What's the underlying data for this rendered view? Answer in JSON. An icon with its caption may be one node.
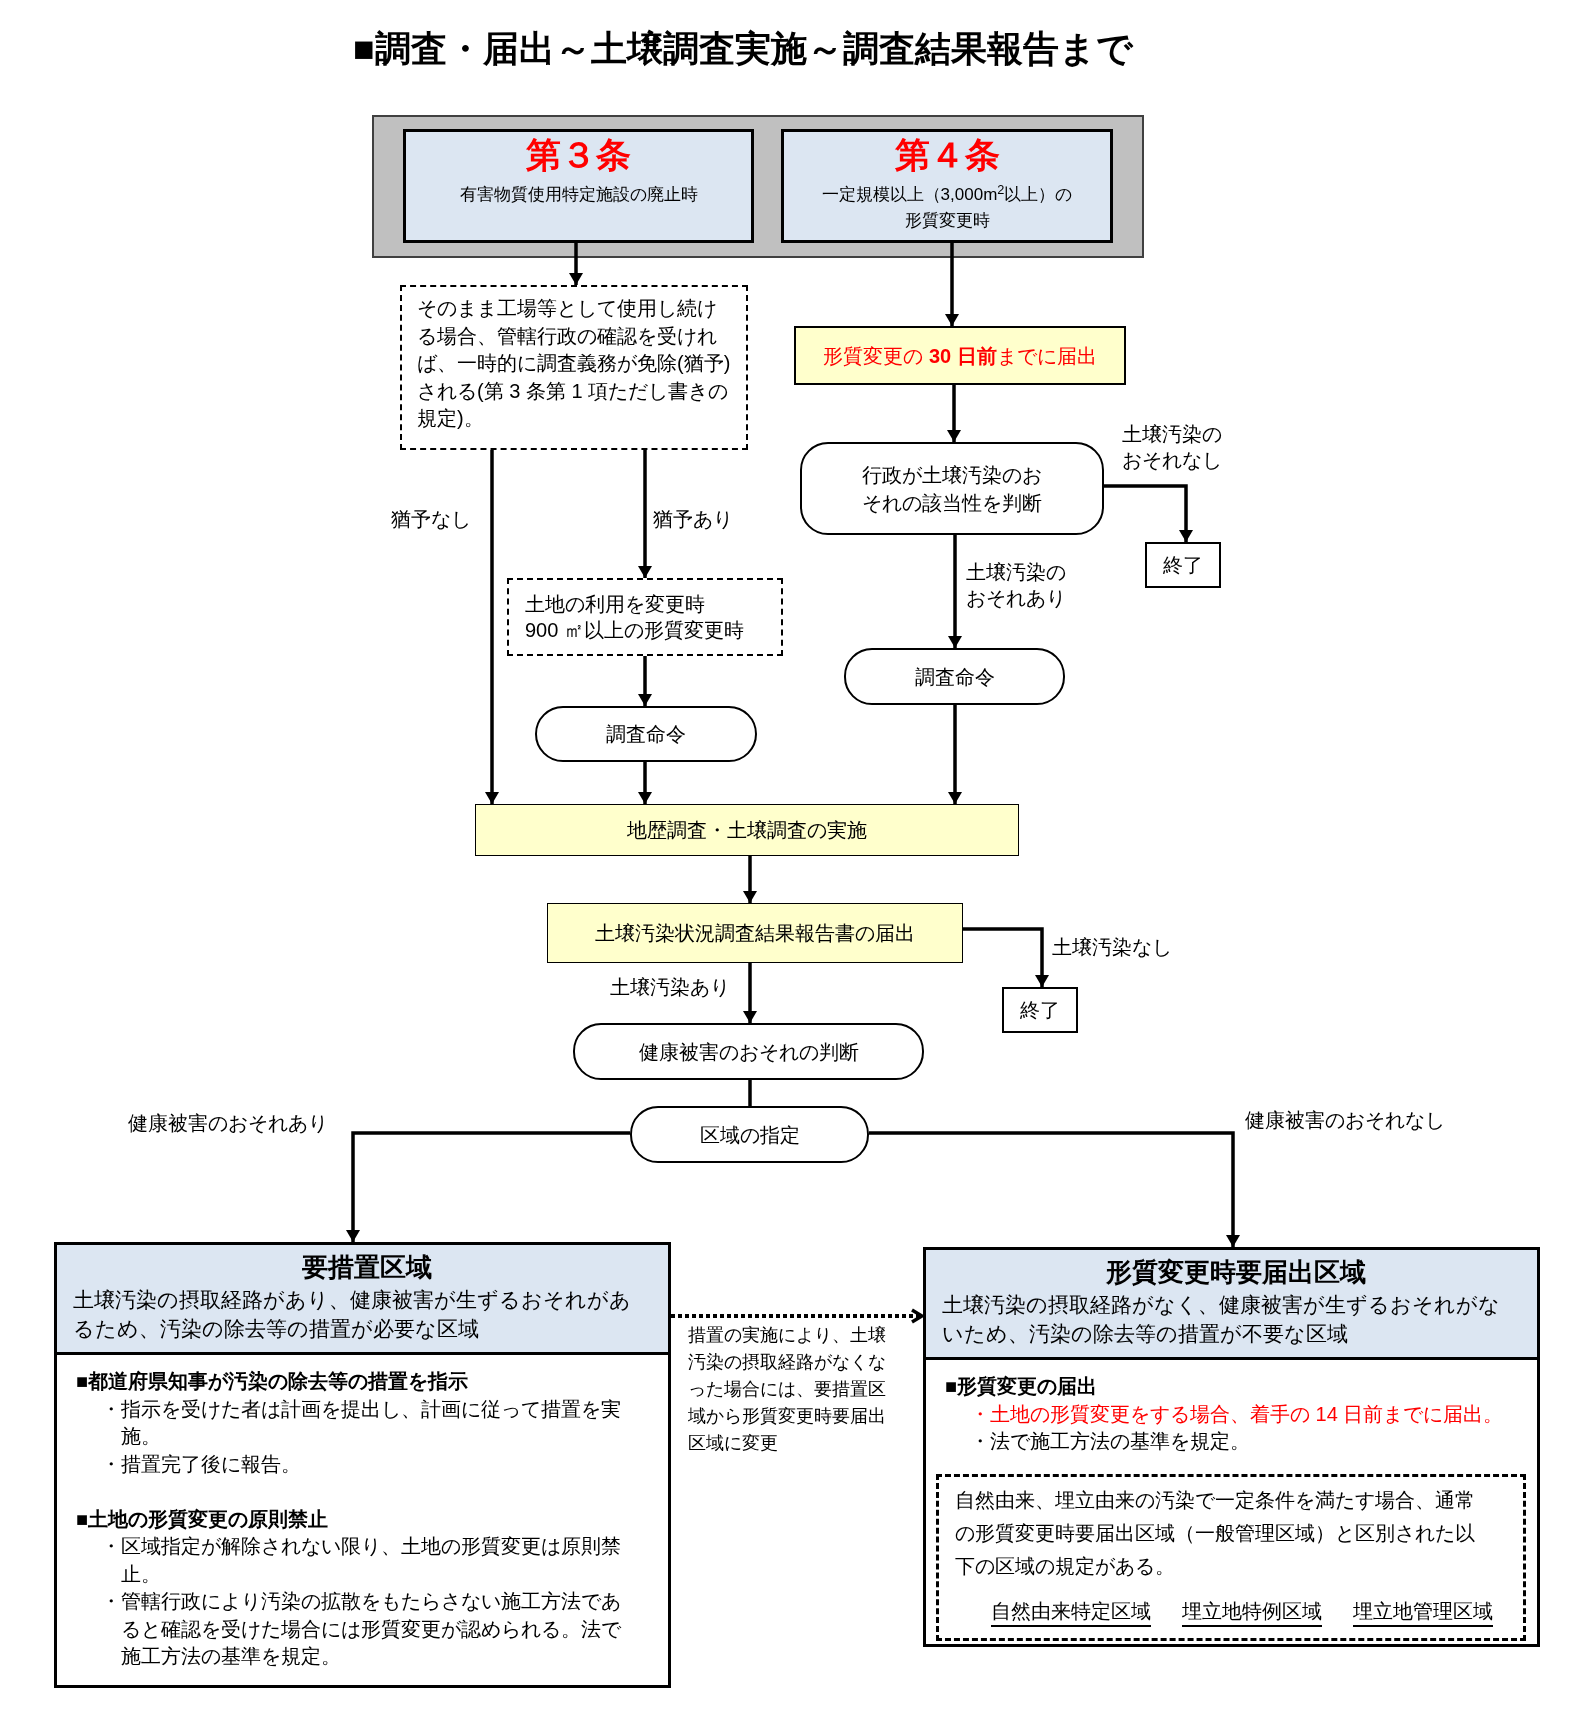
{
  "diagram": {
    "title": "■調査・届出～土壌調査実施～調査結果報告まで",
    "nodes": [
      {
        "text": [],
        "shape": "box"
      },
      {
        "text": [
          "第３条",
          "有害物質使用特定施設の廃止時"
        ],
        "in": 0
      },
      {
        "text": [
          "第４条",
          "一定規模以上（3,000m$^{2}$以上）の形質変更時"
        ],
        "in": 0
      },
      {
        "text": [
          "そのまま工場等として使用し続ける場合、管轄行政の確認を受ければ、一時的に調査義務が免除(猶予)される(第 3 条第 1 項ただし書きの規定)。"
        ]
      },
      {
        "text": [
          "形質変更の **30 日前**までに届出"
        ]
      },
      {
        "text": [
          "行政が土壌汚染のおそれの該当性を判断"
        ]
      },
      {
        "text": [
          "終了"
        ]
      },
      {
        "text": [
          "土地の利用を変更時",
          "900 ㎡以上の形質変更時"
        ]
      },
      {
        "text": [
          "調査命令"
        ]
      },
      {
        "text": [
          "調査命令"
        ]
      },
      {
        "text": [
          "地歴調査・土壌調査の実施"
        ]
      },
      {
        "text": [
          "土壌汚染状況調査結果報告書の届出"
        ]
      },
      {
        "text": [
          "終了"
        ]
      },
      {
        "text": [
          "健康被害のおそれの判断"
        ]
      },
      {
        "text": [
          "区域の指定"
        ]
      },
      {
        "text": [
          "要措置区域",
          "土壌汚染の摂取経路があり、健康被害が生ずるおそれがあるため、汚染の除去等の措置が必要な区域",
          "■都道府県知事が汚染の除去等の措置を指示",
          "・指示を受けた者は計画を提出し、計画に従って措置を実施。",
          "・措置完了後に報告。",
          "■土地の形質変更の原則禁止",
          "・区域指定が解除されない限り、土地の形質変更は原則禁止。",
          "・管轄行政により汚染の拡散をもたらさない施工方法であると確認を受けた場合には形質変更が認められる。法で施工方法の基準を規定。"
        ]
      },
      {
        "text": [
          "形質変更時要届出区域",
          "土壌汚染の摂取経路がなく、健康被害が生ずるおそれがないため、汚染の除去等の措置が不要な区域",
          "■形質変更の届出",
          "・土地の形質変更をする場合、着手の 14 日前までに届出。",
          "・法で施工方法の基準を規定。"
        ]
      },
      {
        "text": [
          "自然由来、埋立由来の汚染で一定条件を満たす場合、通常の形質変更時要届出区域（一般管理区域）と区別された以下の区域の規定がある。",
          "自然由来特定区域",
          "埋立地特例区域",
          "埋立地管理区域"
        ],
        "in": 16
      }
    ],
    "edges": [
      {
        "from": 1,
        "to": 3,
        "arrow": "to"
      },
      {
        "from": 2,
        "to": 4,
        "arrow": "to"
      },
      {
        "from": 4,
        "to": 5,
        "arrow": "to"
      },
      {
        "from": 5,
        "to": 6,
        "arrow": "to",
        "label": "土壌汚染のおそれなし"
      },
      {
        "from": 5,
        "to": 9,
        "arrow": "to",
        "label": "土壌汚染のおそれあり"
      },
      {
        "from": 3,
        "to": 10,
        "arrow": "to",
        "label": "猶予なし"
      },
      {
        "from": 3,
        "to": 7,
        "arrow": "to",
        "label": "猶予あり"
      },
      {
        "from": 7,
        "to": 8,
        "arrow": "to"
      },
      {
        "from": 8,
        "to": 10,
        "arrow": "to"
      },
      {
        "from": 9,
        "to": 10,
        "arrow": "to"
      },
      {
        "from": 10,
        "to": 11,
        "arrow": "to"
      },
      {
        "from": 11,
        "to": 12,
        "arrow": "to",
        "label": "土壌汚染なし"
      },
      {
        "from": 11,
        "to": 13,
        "arrow": "to",
        "label": "土壌汚染あり"
      },
      {
        "from": 13,
        "to": 14,
        "arrow": "none"
      },
      {
        "from": 14,
        "to": 15,
        "arrow": "to",
        "label": "健康被害のおそれあり"
      },
      {
        "from": 14,
        "to": 16,
        "arrow": "to",
        "label": "健康被害のおそれなし"
      },
      {
        "from": 15,
        "to": 16,
        "arrow": "to",
        "style": "dashed",
        "label": "措置の実施により、土壌汚染の摂取経路がなくなった場合には、要措置区域から形質変更時要届出区域に変更"
      }
    ]
  }
}
